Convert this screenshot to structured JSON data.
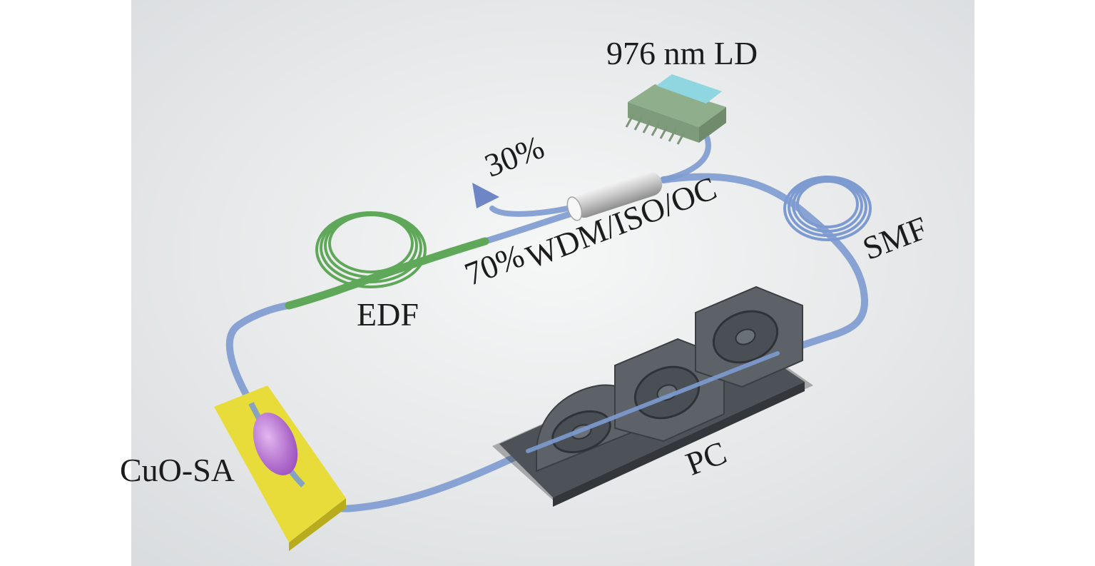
{
  "labels": {
    "pump": "976 nm LD",
    "coupler_out": "30%",
    "coupler_loop": "70%",
    "combo": "WDM/ISO/OC",
    "smf": "SMF",
    "edf": "EDF",
    "sa": "CuO-SA",
    "pc": "PC"
  },
  "colors": {
    "background": "#e9ebec",
    "fiber": "#7d9bd0",
    "edf_fiber": "#5fa85a",
    "laser_diode": "#8fae8c",
    "laser_window": "#8fd6e0",
    "substrate": "#e8dc3a",
    "sa_droplet": "#b56ad1",
    "controller": "#4d5258",
    "arrow": "#6f86c6"
  }
}
